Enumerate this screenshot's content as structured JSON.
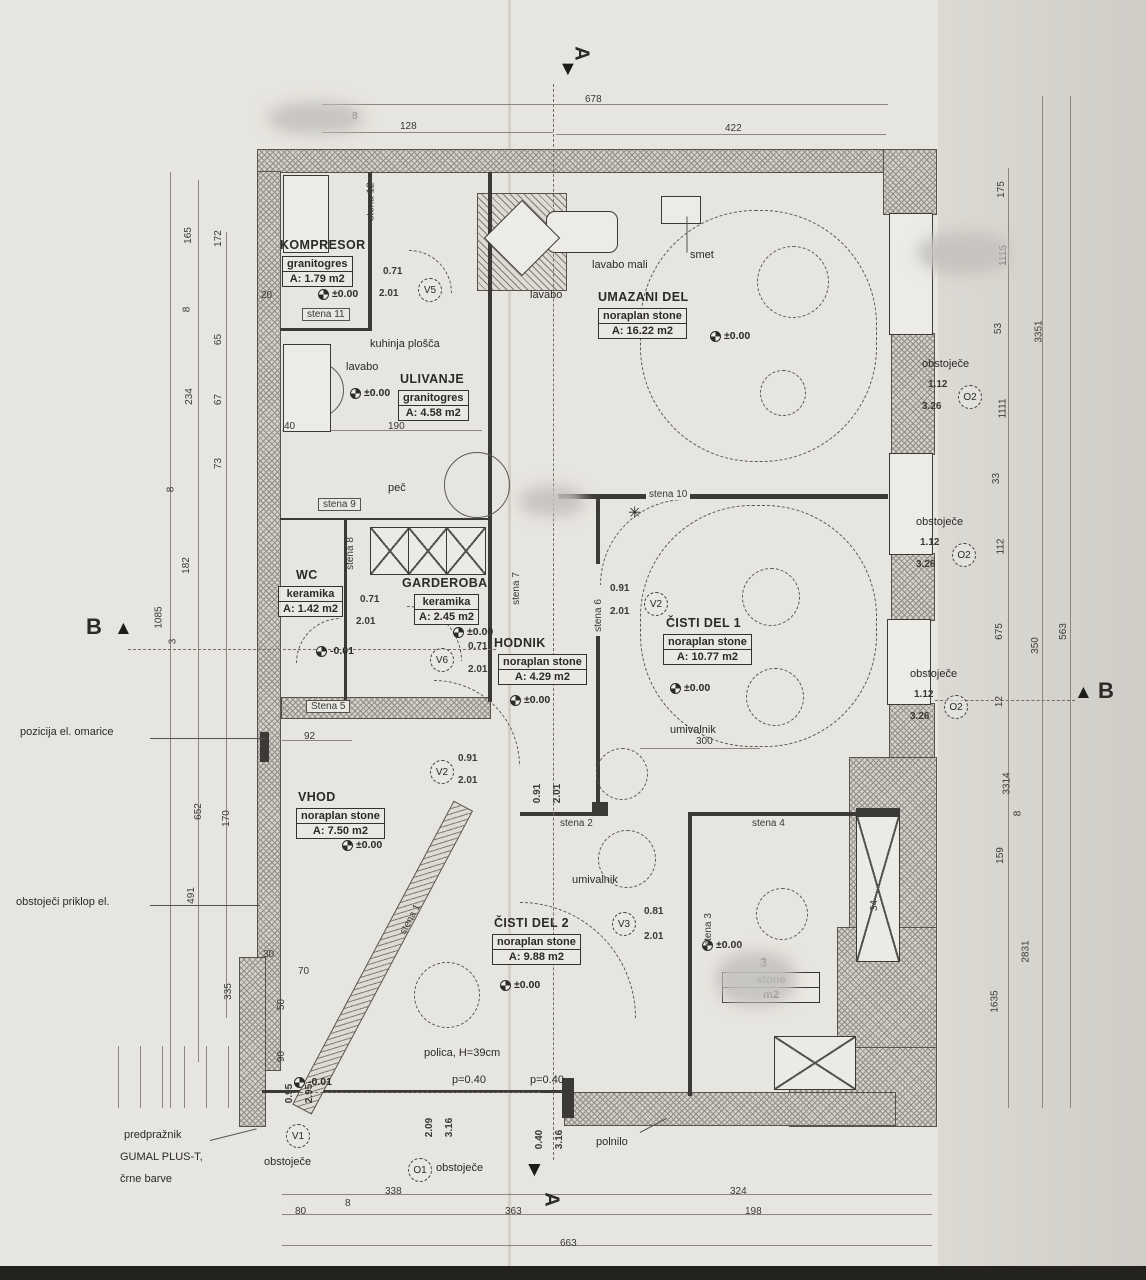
{
  "markers": {
    "a": "A",
    "b": "B"
  },
  "glyphs": {
    "down": "▼",
    "up": "▲",
    "star": "✳"
  },
  "rooms": [
    {
      "name": "KOMPRESOR",
      "material": "granitogres",
      "area": "A: 1.79 m2"
    },
    {
      "name": "ULIVANJE",
      "material": "granitogres",
      "area": "A: 4.58 m2"
    },
    {
      "name": "UMAZANI DEL",
      "material": "noraplan stone",
      "area": "A: 16.22 m2"
    },
    {
      "name": "WC",
      "material": "keramika",
      "area": "A: 1.42 m2"
    },
    {
      "name": "GARDEROBA",
      "material": "keramika",
      "area": "A: 2.45 m2"
    },
    {
      "name": "HODNIK",
      "material": "noraplan stone",
      "area": "A: 4.29 m2"
    },
    {
      "name": "ČISTI DEL 1",
      "material": "noraplan stone",
      "area": "A: 10.77 m2"
    },
    {
      "name": "VHOD",
      "material": "noraplan stone",
      "area": "A: 7.50 m2"
    },
    {
      "name": "ČISTI DEL 2",
      "material": "noraplan stone",
      "area": "A: 9.88 m2"
    },
    {
      "name": "3",
      "material": "stone",
      "area": "m2"
    }
  ],
  "ann": {
    "lavabo": "lavabo",
    "lavabo_mali": "lavabo mali",
    "smet": "smet",
    "kuhinja": "kuhinja plošča",
    "lavabo2": "lavabo",
    "pec": "peč",
    "umiv1": "umivalnik",
    "umiv2": "umivalnik",
    "polica": "polica, H=39cm",
    "p1": "p=0.40",
    "p2": "p=0.40",
    "polnilo": "polnilo",
    "pozicija": "pozicija el. omarice",
    "priklop": "obstoječi priklop el.",
    "pred1": "predpražnik",
    "pred2": "GUMAL PLUS-T,",
    "pred3": "črne barve",
    "obst": "obstoječe"
  },
  "lvl": {
    "zero": "±0.00",
    "minus": "-0.01"
  },
  "doors": {
    "v5": {
      "c": "V5",
      "w": "0.71",
      "h": "2.01"
    },
    "wc": {
      "w": "0.71",
      "h": "2.01"
    },
    "v6": {
      "c": "V6",
      "w": "0.71",
      "h": "2.01"
    },
    "hod": {
      "w": "0.71",
      "h": "2.01"
    },
    "v2a": {
      "c": "V2",
      "w": "0.91",
      "h": "2.01"
    },
    "v2b": {
      "c": "V2",
      "w": "0.91",
      "h": "2.01"
    },
    "s2": {
      "w": "0.91",
      "h": "2.01"
    },
    "v3": {
      "c": "V3",
      "w": "0.81",
      "h": "2.01"
    },
    "v1": {
      "c": "V1",
      "w": "0.95",
      "h": "2.95",
      "note": "obstoječe"
    },
    "o1": {
      "c": "O1",
      "w": "2.09",
      "h": "3.16",
      "note": "obstoječe"
    },
    "fill": {
      "w": "0.40",
      "h": "3.16"
    }
  },
  "win": {
    "c": "O2",
    "w": "1.12",
    "h": "3.26",
    "note": "obstoječe"
  },
  "walls": [
    "stena 1",
    "stena 2",
    "stena 3",
    "stena 4",
    "Stena 5",
    "stena 6",
    "stena 7",
    "stena 8",
    "stena 9",
    "stena 10",
    "stena 11",
    "stena 12"
  ],
  "dims": {
    "top": [
      "678",
      "8",
      "128",
      "422"
    ],
    "bottom": [
      "338",
      "80",
      "8",
      "363",
      "324",
      "198",
      "663"
    ],
    "left": [
      "1085",
      "165",
      "172",
      "8",
      "65",
      "234",
      "67",
      "73",
      "8",
      "182",
      "3",
      "652",
      "170",
      "491",
      "335"
    ],
    "right": [
      "175",
      "1115",
      "53",
      "1111",
      "33",
      "112",
      "3351",
      "675",
      "12",
      "350",
      "563",
      "3314",
      "8",
      "159",
      "2831",
      "1635",
      "34"
    ],
    "inner": [
      "40",
      "190",
      "92",
      "300",
      "20",
      "70",
      "30",
      "50",
      "90"
    ]
  }
}
